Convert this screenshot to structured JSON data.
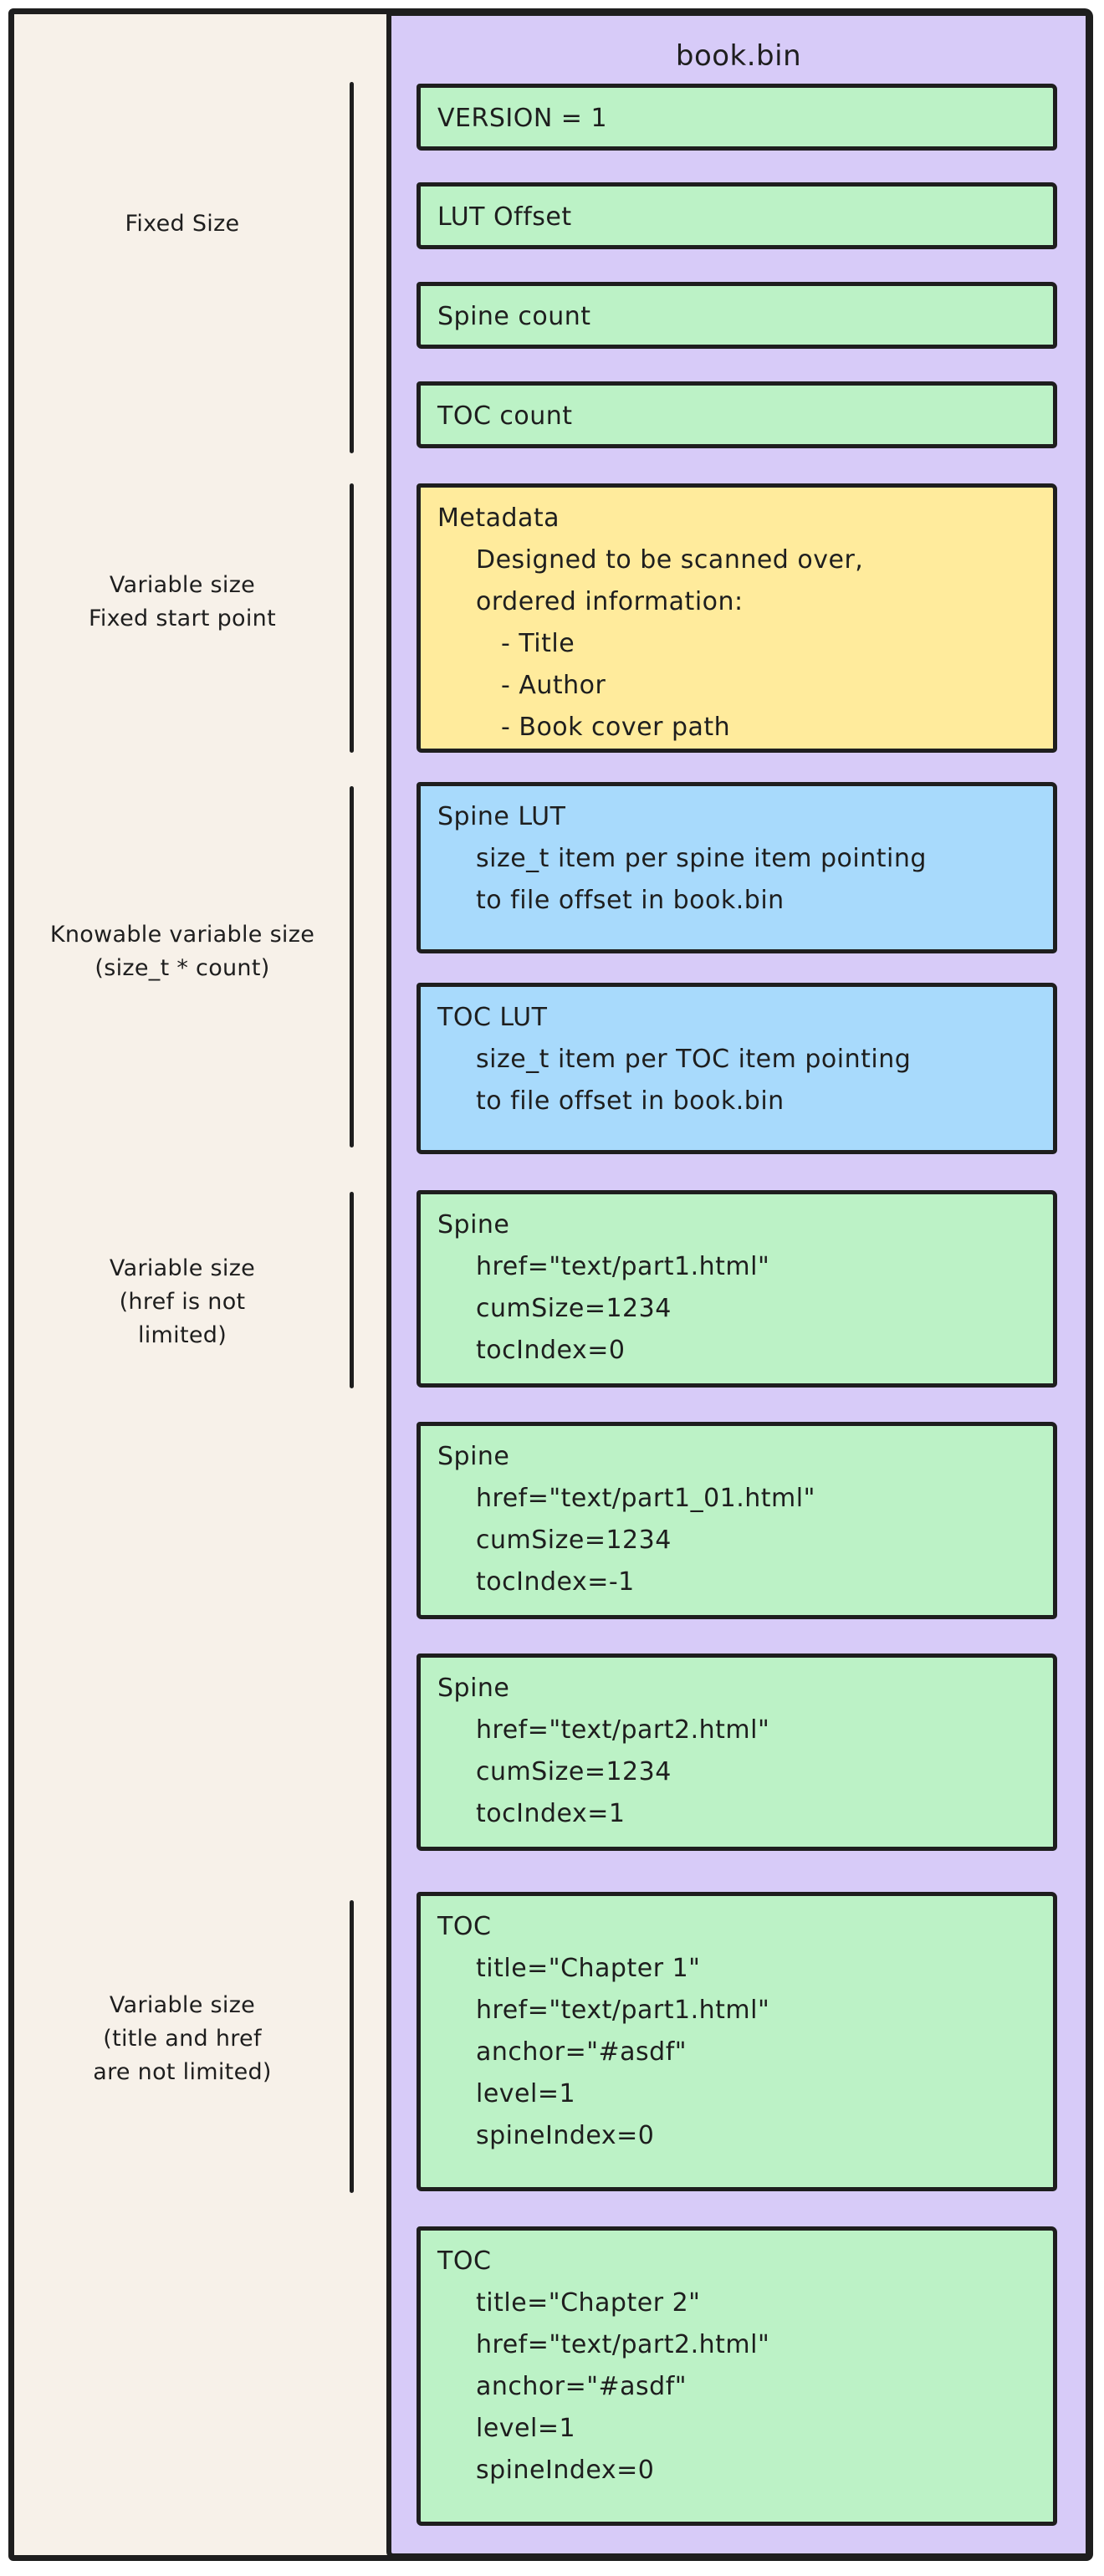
{
  "diagram": {
    "title": "book.bin"
  },
  "labels": [
    {
      "lines": [
        "Fixed Size"
      ]
    },
    {
      "lines": [
        "Variable size",
        "Fixed start point"
      ]
    },
    {
      "lines": [
        "Knowable variable size",
        "(size_t * count)"
      ]
    },
    {
      "lines": [
        "Variable size",
        "(href is not",
        "limited)"
      ]
    },
    {
      "lines": [
        "Variable size",
        "(title and href",
        "are not limited)"
      ]
    }
  ],
  "boxes": {
    "version": {
      "lines": [
        "VERSION = 1"
      ]
    },
    "lut_offset": {
      "lines": [
        "LUT Offset"
      ]
    },
    "spine_count": {
      "lines": [
        "Spine count"
      ]
    },
    "toc_count": {
      "lines": [
        "TOC count"
      ]
    },
    "metadata": {
      "lines": [
        "Metadata",
        "Designed to be scanned over,",
        "ordered information:",
        "- Title",
        "- Author",
        "- Book cover path"
      ]
    },
    "spine_lut": {
      "lines": [
        "Spine LUT",
        "size_t item per spine item pointing",
        "to file offset in book.bin"
      ]
    },
    "toc_lut": {
      "lines": [
        "TOC LUT",
        "size_t item per TOC item pointing",
        "to file offset in book.bin"
      ]
    },
    "spine1": {
      "lines": [
        "Spine",
        "href=\"text/part1.html\"",
        "cumSize=1234",
        "tocIndex=0"
      ]
    },
    "spine2": {
      "lines": [
        "Spine",
        "href=\"text/part1_01.html\"",
        "cumSize=1234",
        "tocIndex=-1"
      ]
    },
    "spine3": {
      "lines": [
        "Spine",
        "href=\"text/part2.html\"",
        "cumSize=1234",
        "tocIndex=1"
      ]
    },
    "toc1": {
      "lines": [
        "TOC",
        "title=\"Chapter 1\"",
        "href=\"text/part1.html\"",
        "anchor=\"#asdf\"",
        "level=1",
        "spineIndex=0"
      ]
    },
    "toc2": {
      "lines": [
        "TOC",
        "title=\"Chapter 2\"",
        "href=\"text/part2.html\"",
        "anchor=\"#asdf\"",
        "level=1",
        "spineIndex=0"
      ]
    }
  },
  "colors": {
    "ink": "#1e1e1e",
    "cream": "#f7f1e9",
    "purple": "#d7cbf8",
    "green": "#bcf2c6",
    "yellow": "#ffeb9c",
    "blue": "#a8dafc"
  }
}
